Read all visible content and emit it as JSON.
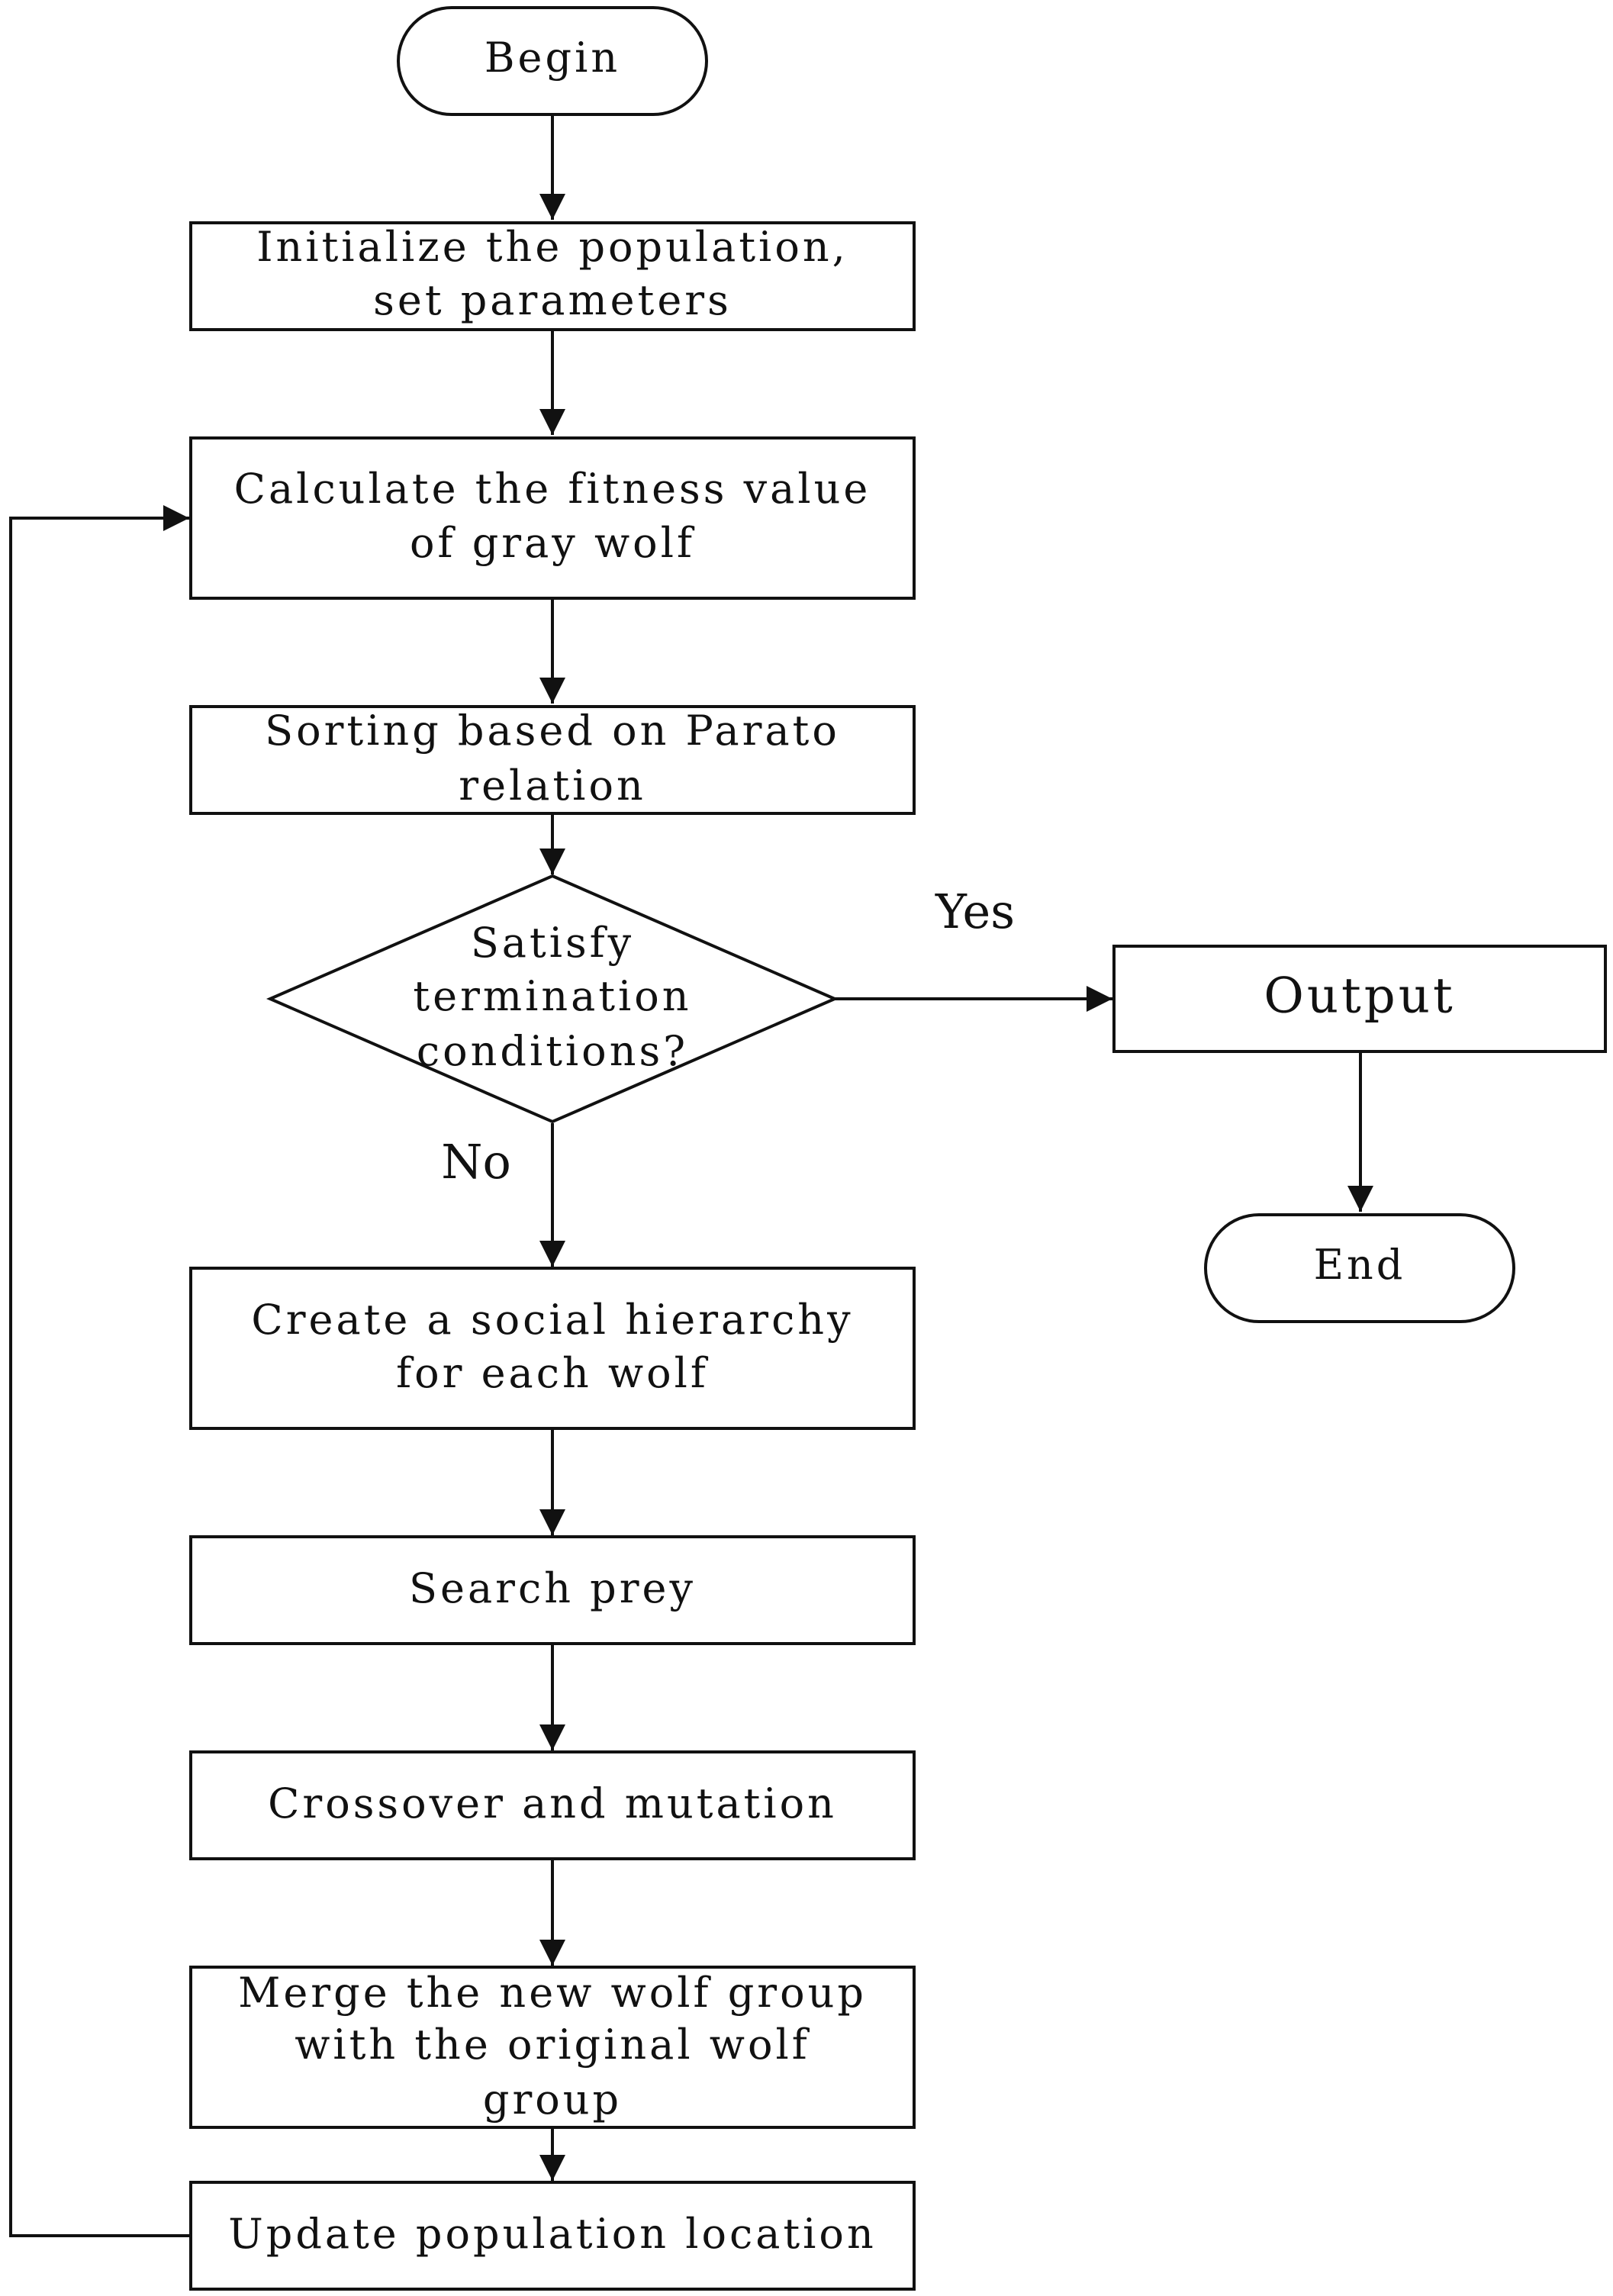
{
  "nodes": {
    "begin": "Begin",
    "init": [
      "Initialize the population,",
      "set parameters"
    ],
    "fitness": [
      "Calculate the fitness value",
      "of gray wolf"
    ],
    "sorting": [
      "Sorting based on Parato",
      "relation"
    ],
    "decision": [
      "Satisfy",
      "termination",
      "conditions?"
    ],
    "output": "Output",
    "end": "End",
    "hierarchy": [
      "Create a social hierarchy",
      "for each wolf"
    ],
    "search": "Search prey",
    "crossover": "Crossover and mutation",
    "merge": [
      "Merge the new wolf group",
      "with the original wolf",
      "group"
    ],
    "update": "Update population location"
  },
  "edge_labels": {
    "yes": "Yes",
    "no": "No"
  }
}
